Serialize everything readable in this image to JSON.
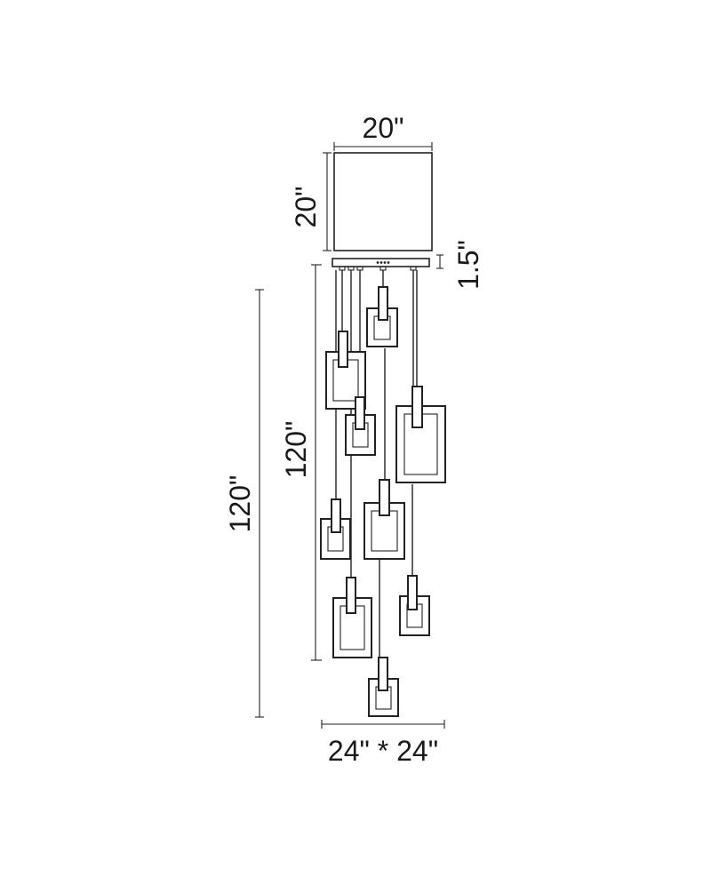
{
  "dimensions": {
    "box_width": "20\"",
    "box_height": "20\"",
    "canopy_height": "1.5\"",
    "inner_drop": "120\"",
    "outer_drop": "120\"",
    "footprint": "24\" * 24\""
  }
}
